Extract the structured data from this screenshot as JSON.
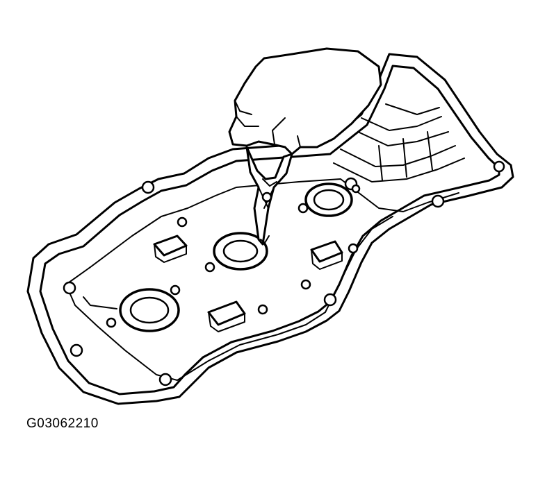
{
  "figure": {
    "caption": "G03062210",
    "icons": [
      "valve-cover",
      "oil-seal",
      "pliers",
      "hand"
    ]
  }
}
